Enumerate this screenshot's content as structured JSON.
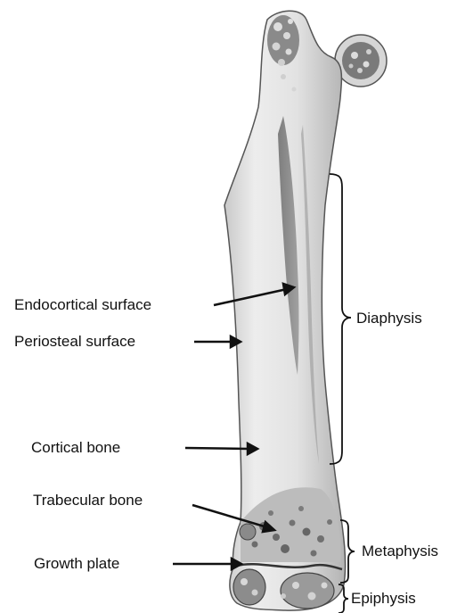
{
  "labels": {
    "endocortical": "Endocortical surface",
    "periosteal": "Periosteal surface",
    "cortical": "Cortical bone",
    "trabecular": "Trabecular bone",
    "growth_plate": "Growth plate",
    "diaphysis": "Diaphysis",
    "metaphysis": "Metaphysis",
    "epiphysis": "Epiphysis"
  }
}
